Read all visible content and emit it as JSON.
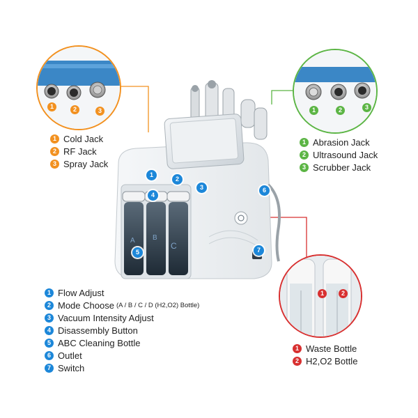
{
  "left_jacks": {
    "items": [
      {
        "num": "1",
        "label": "Cold Jack"
      },
      {
        "num": "2",
        "label": "RF Jack"
      },
      {
        "num": "3",
        "label": "Spray Jack"
      }
    ]
  },
  "right_jacks": {
    "items": [
      {
        "num": "1",
        "label": "Abrasion Jack"
      },
      {
        "num": "2",
        "label": "Ultrasound Jack"
      },
      {
        "num": "3",
        "label": "Scrubber Jack"
      }
    ]
  },
  "parts": {
    "items": [
      {
        "num": "1",
        "label": "Flow Adjust",
        "note": ""
      },
      {
        "num": "2",
        "label": "Mode Choose",
        "note": "(A / B / C / D (H2,O2) Bottle)"
      },
      {
        "num": "3",
        "label": "Vacuum Intensity Adjust",
        "note": ""
      },
      {
        "num": "4",
        "label": "Disassembly Button",
        "note": ""
      },
      {
        "num": "5",
        "label": "ABC Cleaning Bottle",
        "note": ""
      },
      {
        "num": "6",
        "label": "Outlet",
        "note": ""
      },
      {
        "num": "7",
        "label": "Switch",
        "note": ""
      }
    ]
  },
  "bottles": {
    "items": [
      {
        "num": "1",
        "label": "Waste Bottle"
      },
      {
        "num": "2",
        "label": "H2,O2 Bottle"
      }
    ]
  },
  "machine_badges": [
    "1",
    "2",
    "3",
    "4",
    "5",
    "6",
    "7"
  ],
  "bottle_letters": [
    "A",
    "B",
    "C"
  ],
  "colors": {
    "orange": "#f29120",
    "green": "#5cb545",
    "blue": "#1c87d9",
    "red": "#d83030"
  }
}
